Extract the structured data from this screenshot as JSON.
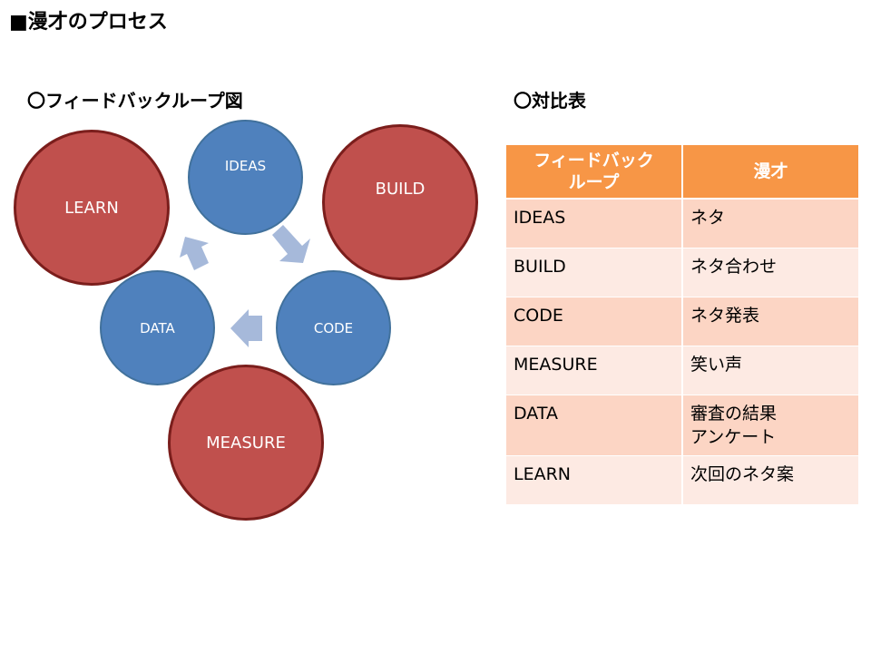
{
  "title": "■漫才のプロセス",
  "diagram": {
    "heading": "〇フィードバックループ図",
    "nodes": {
      "ideas": "IDEAS",
      "build": "BUILD",
      "code": "CODE",
      "measure": "MEASURE",
      "data": "DATA",
      "learn": "LEARN"
    },
    "colors": {
      "blue": "#4f81bd",
      "red": "#c0504d",
      "arrow": "#a6b9da"
    }
  },
  "table": {
    "heading": "〇対比表",
    "headers": [
      "フィードバック\nループ",
      "漫才"
    ],
    "rows": [
      [
        "IDEAS",
        "ネタ"
      ],
      [
        "BUILD",
        "ネタ合わせ"
      ],
      [
        "CODE",
        "ネタ発表"
      ],
      [
        "MEASURE",
        "笑い声"
      ],
      [
        "DATA",
        "審査の結果\nアンケート"
      ],
      [
        "LEARN",
        "次回のネタ案"
      ]
    ],
    "colors": {
      "header": "#f79646",
      "row_dark": "#fcd5c4",
      "row_light": "#fdeae3"
    }
  }
}
